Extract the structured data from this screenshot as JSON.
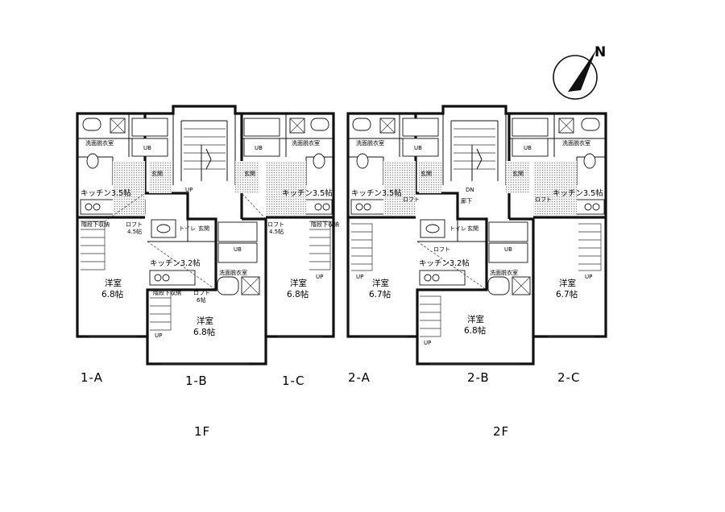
{
  "compass": {
    "north_label": "N",
    "icon": "north-arrow-icon"
  },
  "floors": [
    {
      "label": "1F",
      "units": [
        {
          "id": "1-A",
          "label": "1-A",
          "rooms": {
            "washroom": "洗面脱衣室",
            "bath": "UB",
            "kitchen": "キッチン3.5帖",
            "storage": "階段下収納",
            "main": "洋室",
            "main_size": "6.8帖"
          }
        },
        {
          "id": "1-B",
          "label": "1-B",
          "rooms": {
            "entrance": "玄関",
            "toilet": "トイレ",
            "kitchen": "キッチン3.2帖",
            "bath": "UB",
            "washroom": "洗面脱衣室",
            "storage": "階段下収納",
            "loft": "ロフト",
            "loft_size": "6帖",
            "main": "洋室",
            "main_size": "6.8帖"
          }
        },
        {
          "id": "1-C",
          "label": "1-C",
          "rooms": {
            "washroom": "洗面脱衣室",
            "bath": "UB",
            "entrance": "玄関",
            "kitchen": "キッチン3.5帖",
            "storage": "階段下収納",
            "main": "洋室",
            "main_size": "6.8帖"
          }
        }
      ],
      "lofts": [
        {
          "label": "ロフト",
          "size": "4.5帖"
        },
        {
          "label": "ロフト",
          "size": "4.5帖"
        }
      ],
      "stair_label": "UP"
    },
    {
      "label": "2F",
      "units": [
        {
          "id": "2-A",
          "label": "2-A",
          "rooms": {
            "washroom": "洗面脱衣室",
            "bath": "UB",
            "entrance": "玄関",
            "kitchen": "キッチン3.5帖",
            "loft": "ロフト",
            "main": "洋室",
            "main_size": "6.7帖"
          }
        },
        {
          "id": "2-B",
          "label": "2-B",
          "rooms": {
            "corridor": "廊下",
            "entrance": "玄関",
            "toilet": "トイレ",
            "loft": "ロフト",
            "kitchen": "キッチン3.2帖",
            "bath": "UB",
            "washroom": "洗面脱衣室",
            "main": "洋室",
            "main_size": "6.8帖"
          }
        },
        {
          "id": "2-C",
          "label": "2-C",
          "rooms": {
            "washroom": "洗面脱衣室",
            "bath": "UB",
            "entrance": "玄関",
            "kitchen": "キッチン3.5帖",
            "loft": "ロフト",
            "main": "洋室",
            "main_size": "6.7帖"
          }
        }
      ],
      "stair_label": "UP",
      "stair_down_label": "DN"
    }
  ]
}
